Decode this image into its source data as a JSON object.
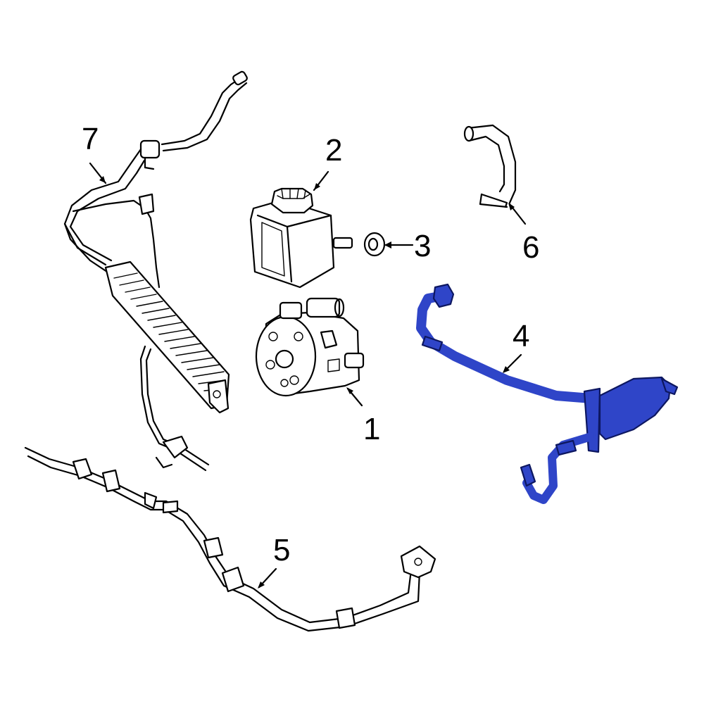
{
  "diagram": {
    "callouts": {
      "c1": "1",
      "c2": "2",
      "c3": "3",
      "c4": "4",
      "c5": "5",
      "c6": "6",
      "c7": "7"
    },
    "colors": {
      "highlight": "#2f45c8",
      "highlight_outline": "#0d1760",
      "line": "#000000",
      "background": "#ffffff"
    }
  }
}
